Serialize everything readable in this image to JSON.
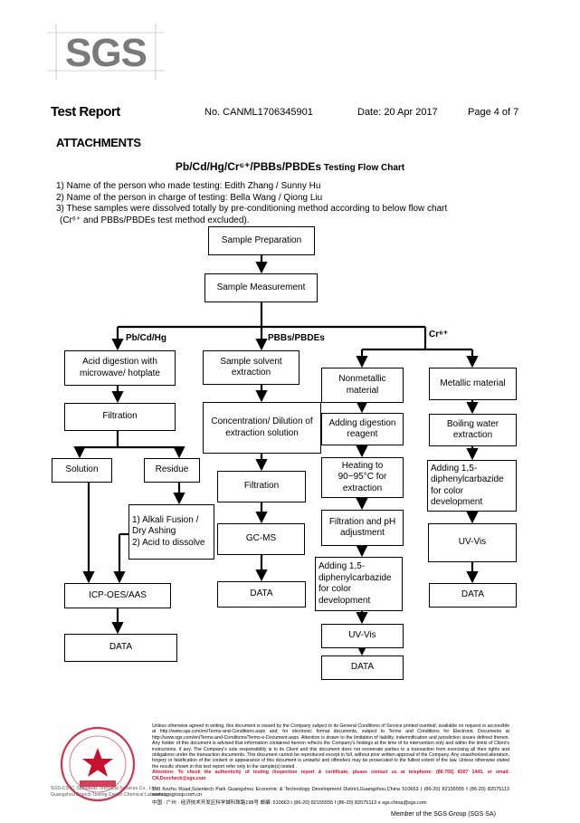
{
  "header": {
    "logo_text": "SGS",
    "report_title": "Test Report",
    "report_no": "No. CANML1706345901",
    "date": "Date: 20 Apr 2017",
    "page": "Page 4 of 7"
  },
  "attachments_title": "ATTACHMENTS",
  "flow_title": {
    "main": "Pb/Cd/Hg/Cr⁶⁺/PBBs/PBDEs",
    "sub": " Testing Flow Chart"
  },
  "notes": [
    "1) Name of the person who made testing: Edith Zhang / Sunny Hu",
    "2) Name of the person in charge of testing: Bella Wang / Qiong Liu",
    "3) These samples were dissolved totally by pre-conditioning method according to below flow chart",
    "(Cr⁶⁺ and PBBs/PBDEs test method excluded)."
  ],
  "flow": {
    "sample_preparation": "Sample Preparation",
    "sample_measurement": "Sample Measurement",
    "branch_pb": "Pb/Cd/Hg",
    "branch_pbb": "PBBs/PBDEs",
    "branch_cr": "Cr⁶⁺",
    "acid_digestion": "Acid digestion with microwave/ hotplate",
    "filtration_1": "Filtration",
    "solution": "Solution",
    "residue": "Residue",
    "alkali": "1) Alkali Fusion / Dry Ashing\n2) Acid to dissolve",
    "icp": "ICP-OES/AAS",
    "data_1": "DATA",
    "solvent_extraction": "Sample solvent extraction",
    "concentration": "Concentration/ Dilution of extraction solution",
    "filtration_2": "Filtration",
    "gcms": "GC-MS",
    "data_2": "DATA",
    "nonmetallic": "Nonmetallic material",
    "adding_digestion": "Adding digestion reagent",
    "heating": "Heating to 90~95°C for extraction",
    "filtration_ph": "Filtration and pH adjustment",
    "adding_dpc_1": "Adding 1,5-diphenylcarbazide for color development",
    "uvvis_1": "UV-Vis",
    "data_3": "DATA",
    "metallic": "Metallic material",
    "boiling": "Boiling water extraction",
    "adding_dpc_2": "Adding 1,5-diphenylcarbazide for color development",
    "uvvis_2": "UV-Vis",
    "data_4": "DATA"
  },
  "footer": {
    "disclaimer": "Unless otherwise agreed in writing, this document is issued by the Company subject to its General Conditions of Service printed overleaf, available on request or accessible at http://www.sgs.com/en/Terms-and-Conditions.aspx and, for electronic format documents, subject to Terms and Conditions for Electronic Documents at http://www.sgs.com/en/Terms-and-Conditions/Terms-e-Document.aspx. Attention is drawn to the limitation of liability, indemnification and jurisdiction issues defined therein. Any holder of this document is advised that information contained hereon reflects the Company's findings at the time of its intervention only and within the limits of Client's instructions, if any. The Company's sole responsibility is to its Client and this document does not exonerate parties to a transaction from exercising all their rights and obligations under the transaction documents. This document cannot be reproduced except in full, without prior written approval of the Company. Any unauthorized alteration, forgery or falsification of the content or appearance of this document is unlawful and offenders may be prosecuted to the fullest extent of the law. Unless otherwise stated the results shown in this test report refer only to the sample(s) tested .",
    "attention": "Attention: To check the authenticity of testing /inspection report & certificate, please contact us at telephone: (86-755) 8307 1443, or email: CN.Doccheck@sgs.com",
    "addr_en": "198 Kezhu Road,Scientech Park Guangzhou Economic & Technology Development District,Guangzhou,China 510663   t (86-20) 82155555   f (86-20) 82075113   www.sgsgroup.com.cn",
    "addr_cn": "中国 · 广州 · 经济技术开发区科学城科珠路198号   邮编: 510663   t (86-20) 82155555   f (86-20) 82075113   e sgs.china@sgs.com",
    "stamp_line1": "SGS-CSTC Standards Technical Services Co., Ltd.",
    "stamp_line2": "Guangzhou Branch Testing Center Chemical Laboratory",
    "member": "Member of the SGS Group (SGS SA)"
  },
  "colors": {
    "stamp_red": "#c8102e",
    "logo_gray": "#7a7a7a"
  }
}
